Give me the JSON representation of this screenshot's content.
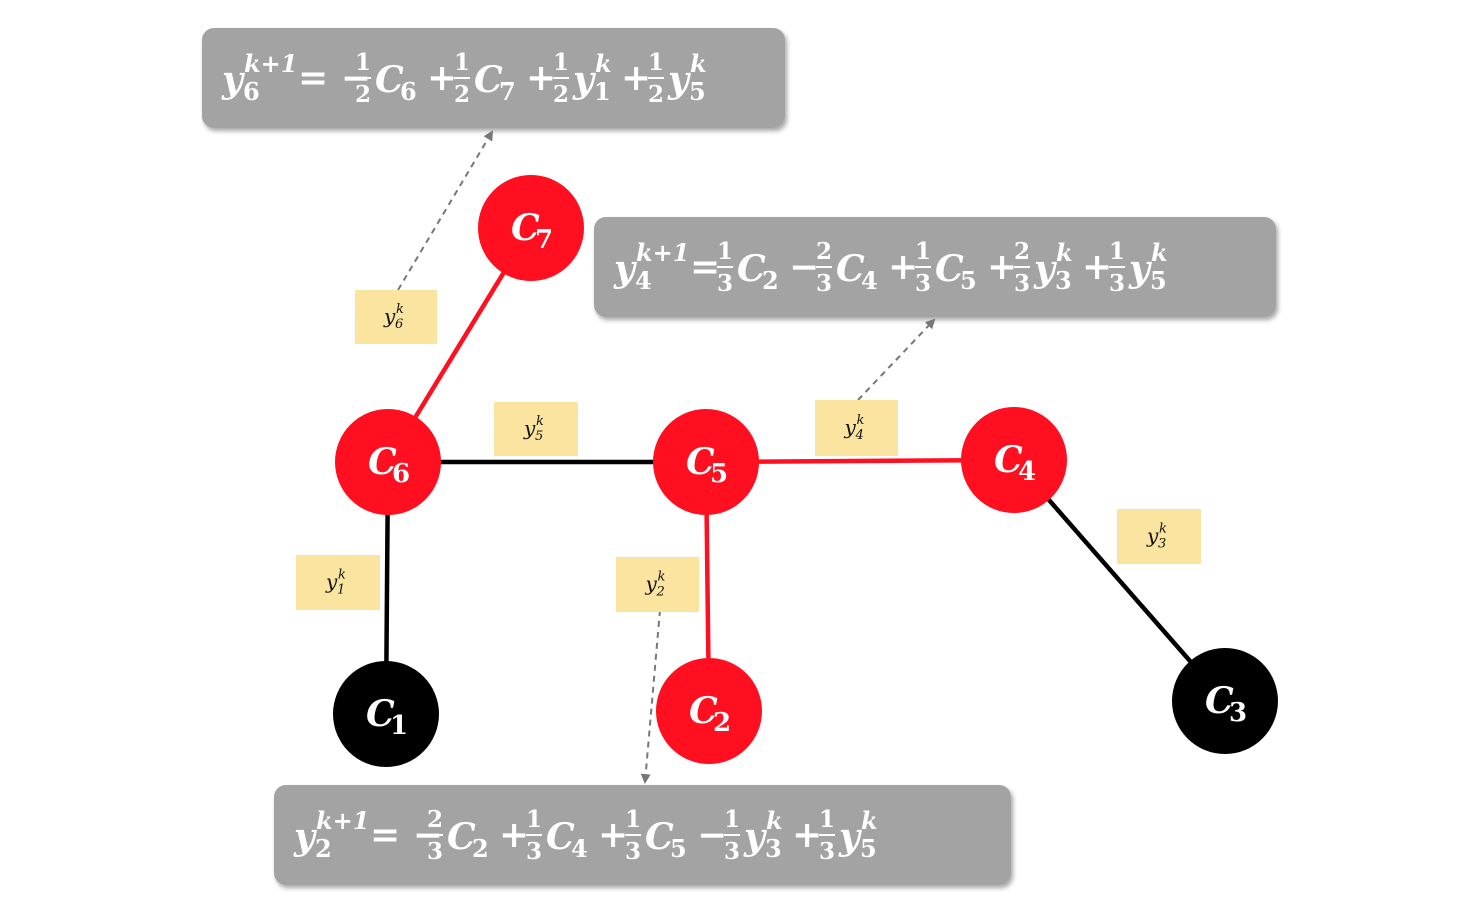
{
  "colors": {
    "red": "#ff0f1f",
    "black": "#000000",
    "note_fill": "#fbe3a0",
    "eq_box": "#a3a3a3",
    "dash": "#777777"
  },
  "nodes": [
    {
      "id": "C7",
      "letter": "C",
      "sub": "7",
      "color": "red"
    },
    {
      "id": "C6",
      "letter": "C",
      "sub": "6",
      "color": "red"
    },
    {
      "id": "C5",
      "letter": "C",
      "sub": "5",
      "color": "red"
    },
    {
      "id": "C4",
      "letter": "C",
      "sub": "4",
      "color": "red"
    },
    {
      "id": "C2",
      "letter": "C",
      "sub": "2",
      "color": "red"
    },
    {
      "id": "C1",
      "letter": "C",
      "sub": "1",
      "color": "black"
    },
    {
      "id": "C3",
      "letter": "C",
      "sub": "3",
      "color": "black"
    }
  ],
  "edges": [
    {
      "from": "C6",
      "to": "C7",
      "color": "red"
    },
    {
      "from": "C6",
      "to": "C5",
      "color": "black"
    },
    {
      "from": "C5",
      "to": "C4",
      "color": "red"
    },
    {
      "from": "C5",
      "to": "C2",
      "color": "red"
    },
    {
      "from": "C6",
      "to": "C1",
      "color": "black"
    },
    {
      "from": "C4",
      "to": "C3",
      "color": "black"
    }
  ],
  "notes": [
    {
      "id": "y6",
      "var": "y",
      "sub": "6",
      "sup": "k"
    },
    {
      "id": "y5",
      "var": "y",
      "sub": "5",
      "sup": "k"
    },
    {
      "id": "y4",
      "var": "y",
      "sub": "4",
      "sup": "k"
    },
    {
      "id": "y3",
      "var": "y",
      "sub": "3",
      "sup": "k"
    },
    {
      "id": "y1",
      "var": "y",
      "sub": "1",
      "sup": "k"
    },
    {
      "id": "y2",
      "var": "y",
      "sub": "2",
      "sup": "k"
    }
  ],
  "equations": [
    {
      "id": "eq-y6",
      "lhs": {
        "var": "y",
        "sub": "6",
        "sup": "k+1"
      },
      "terms": [
        {
          "op": "= −",
          "num": "1",
          "den": "2",
          "var": "C",
          "sub": "6",
          "sup": ""
        },
        {
          "op": "+",
          "num": "1",
          "den": "2",
          "var": "C",
          "sub": "7",
          "sup": ""
        },
        {
          "op": "+",
          "num": "1",
          "den": "2",
          "var": "y",
          "sub": "1",
          "sup": "k"
        },
        {
          "op": "+",
          "num": "1",
          "den": "2",
          "var": "y",
          "sub": "5",
          "sup": "k"
        }
      ]
    },
    {
      "id": "eq-y4",
      "lhs": {
        "var": "y",
        "sub": "4",
        "sup": "k+1"
      },
      "terms": [
        {
          "op": "=",
          "num": "1",
          "den": "3",
          "var": "C",
          "sub": "2",
          "sup": ""
        },
        {
          "op": "−",
          "num": "2",
          "den": "3",
          "var": "C",
          "sub": "4",
          "sup": ""
        },
        {
          "op": "+",
          "num": "1",
          "den": "3",
          "var": "C",
          "sub": "5",
          "sup": ""
        },
        {
          "op": "+",
          "num": "2",
          "den": "3",
          "var": "y",
          "sub": "3",
          "sup": "k"
        },
        {
          "op": "+",
          "num": "1",
          "den": "3",
          "var": "y",
          "sub": "5",
          "sup": "k"
        }
      ]
    },
    {
      "id": "eq-y2",
      "lhs": {
        "var": "y",
        "sub": "2",
        "sup": "k+1"
      },
      "terms": [
        {
          "op": "= −",
          "num": "2",
          "den": "3",
          "var": "C",
          "sub": "2",
          "sup": ""
        },
        {
          "op": "+",
          "num": "1",
          "den": "3",
          "var": "C",
          "sub": "4",
          "sup": ""
        },
        {
          "op": "+",
          "num": "1",
          "den": "3",
          "var": "C",
          "sub": "5",
          "sup": ""
        },
        {
          "op": "−",
          "num": "1",
          "den": "3",
          "var": "y",
          "sub": "3",
          "sup": "k"
        },
        {
          "op": "+",
          "num": "1",
          "den": "3",
          "var": "y",
          "sub": "5",
          "sup": "k"
        }
      ]
    }
  ]
}
